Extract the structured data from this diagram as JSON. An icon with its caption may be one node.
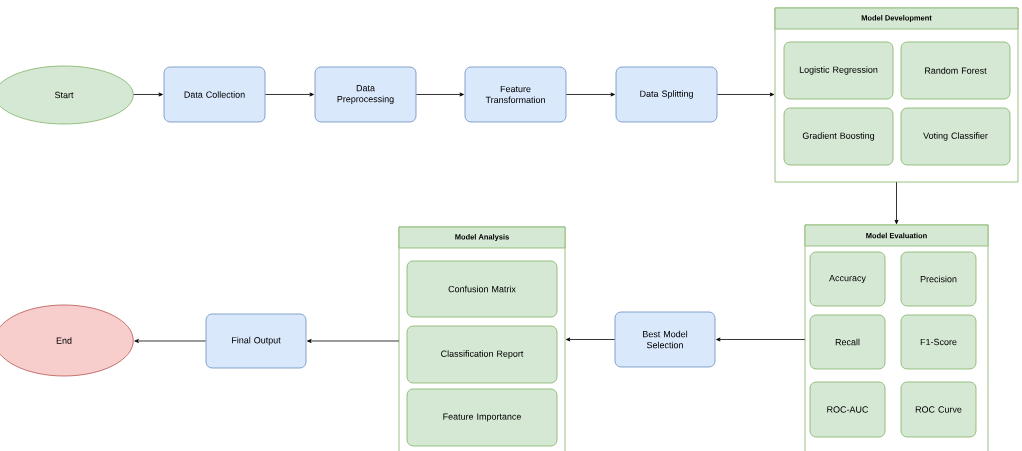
{
  "diagram": {
    "nodes": [
      {
        "text": [
          "Start"
        ]
      },
      {
        "text": [
          "Data Collection"
        ]
      },
      {
        "text": [
          "Data Preprocessing"
        ]
      },
      {
        "text": [
          "Feature Transformation"
        ]
      },
      {
        "text": [
          "Data Splitting"
        ]
      },
      {
        "text": [
          "Model Development"
        ]
      },
      {
        "text": [
          "Logistic Regression"
        ],
        "in": 5
      },
      {
        "text": [
          "Random Forest"
        ],
        "in": 5
      },
      {
        "text": [
          "Gradient Boosting"
        ],
        "in": 5
      },
      {
        "text": [
          "Voting Classifier"
        ],
        "in": 5
      },
      {
        "text": [
          "Model Evaluation"
        ]
      },
      {
        "text": [
          "Accuracy"
        ],
        "in": 10
      },
      {
        "text": [
          "Precision"
        ],
        "in": 10
      },
      {
        "text": [
          "Recall"
        ],
        "in": 10
      },
      {
        "text": [
          "F1-Score"
        ],
        "in": 10
      },
      {
        "text": [
          "ROC-AUC"
        ],
        "in": 10
      },
      {
        "text": [
          "ROC Curve"
        ],
        "in": 10
      },
      {
        "text": [
          "Best Model Selection"
        ]
      },
      {
        "text": [
          "Model Analysis"
        ]
      },
      {
        "text": [
          "Confusion Matrix"
        ],
        "in": 18
      },
      {
        "text": [
          "Classification Report"
        ],
        "in": 18
      },
      {
        "text": [
          "Feature Importance"
        ],
        "in": 18
      },
      {
        "text": [
          "Final Output"
        ]
      },
      {
        "text": [
          "End"
        ]
      }
    ],
    "edges": [
      {
        "from": 0,
        "to": 1,
        "arrow": "to"
      },
      {
        "from": 1,
        "to": 2,
        "arrow": "to"
      },
      {
        "from": 2,
        "to": 3,
        "arrow": "to"
      },
      {
        "from": 3,
        "to": 4,
        "arrow": "to"
      },
      {
        "from": 4,
        "to": 5,
        "arrow": "to"
      },
      {
        "from": 5,
        "to": 10,
        "arrow": "to"
      },
      {
        "from": 10,
        "to": 17,
        "arrow": "to"
      },
      {
        "from": 17,
        "to": 18,
        "arrow": "to"
      },
      {
        "from": 18,
        "to": 22,
        "arrow": "to"
      },
      {
        "from": 22,
        "to": 23,
        "arrow": "to"
      }
    ]
  }
}
